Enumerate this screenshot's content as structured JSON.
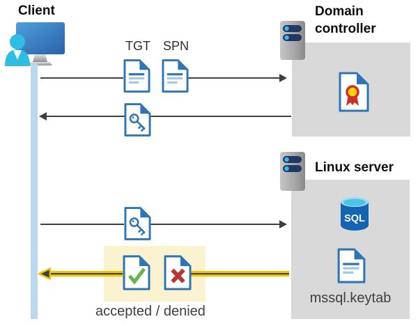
{
  "colors": {
    "doc_blue": "#2e75b6",
    "doc_blue_light": "#a7c8e8",
    "text_dark": "#3f3f3f",
    "title_black": "#0d0d0d",
    "arrow_gray": "#3f3f3f",
    "arrow_yellow": "#f0c300",
    "highlight_yellow": "#fbf3d0",
    "box_gray": "#d9d9d9",
    "lifeline_blue": "#bdd7ee",
    "person_cyan": "#2fbde4",
    "accent_cyan": "#41b4e6",
    "server_navy": "#1f3864",
    "monitor_blue_top": "#4f9fdc",
    "monitor_blue_bottom": "#2a61a9",
    "check_green": "#62b546",
    "cross_red": "#b93632",
    "sql_blue": "#1464b4",
    "sql_cyan": "#49c3e8",
    "cert_red": "#d02e26",
    "cert_yellow": "#ffd400"
  },
  "actors": [
    {
      "id": "client",
      "label": "Client",
      "icon": "client-workstation-icon"
    },
    {
      "id": "domain-controller",
      "label": "Domain controller",
      "icon": "server-icon",
      "contains": [
        "certificate-icon"
      ]
    },
    {
      "id": "linux-server",
      "label": "Linux server",
      "icon": "server-icon",
      "contains": [
        "sql-database-icon",
        "keytab-document-icon"
      ],
      "caption": "mssql.keytab"
    }
  ],
  "icons": {
    "sql_label": "SQL"
  },
  "flows": [
    {
      "from": "client",
      "to": "domain-controller",
      "direction": "right",
      "items": [
        "TGT",
        "SPN"
      ],
      "item_icons": [
        "document-icon",
        "document-icon"
      ]
    },
    {
      "from": "domain-controller",
      "to": "client",
      "direction": "left",
      "item_icons": [
        "key-document-icon"
      ]
    },
    {
      "from": "client",
      "to": "linux-server",
      "direction": "right",
      "item_icons": [
        "key-document-icon"
      ]
    },
    {
      "from": "linux-server",
      "to": "client",
      "direction": "left",
      "highlighted": true,
      "item_icons": [
        "accepted-document-icon",
        "denied-document-icon"
      ],
      "caption": "accepted / denied"
    }
  ]
}
